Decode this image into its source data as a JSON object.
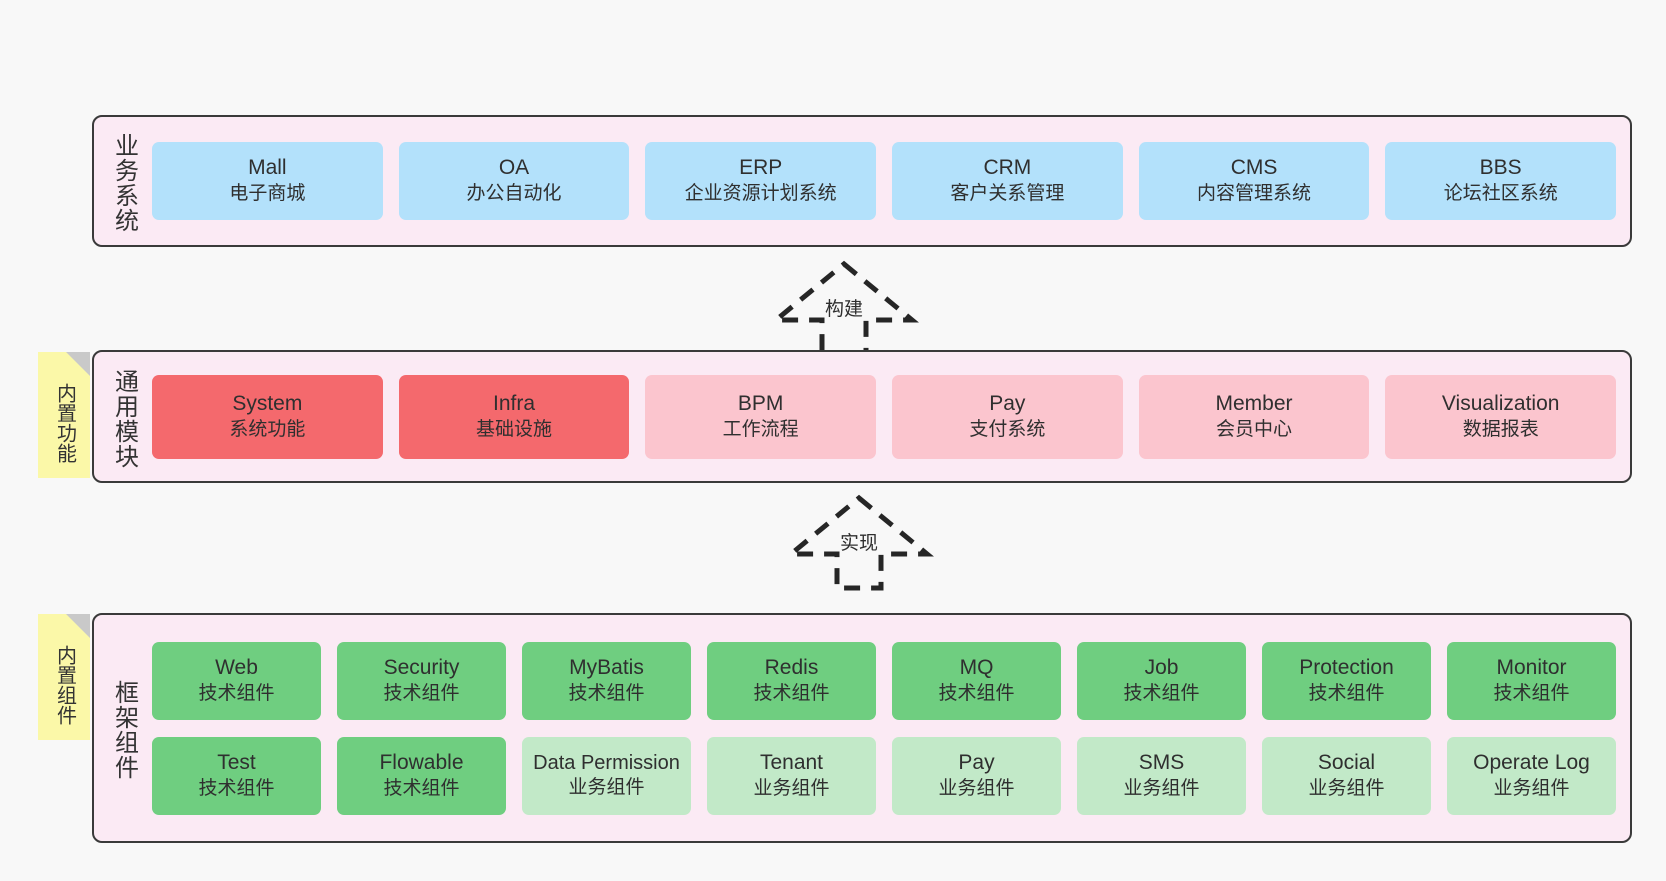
{
  "layers": [
    {
      "id": "business",
      "title": "业务系统",
      "note": null,
      "rows": [
        {
          "style": "c-blue",
          "height": "h-biz",
          "cards": [
            {
              "en": "Mall",
              "cn": "电子商城"
            },
            {
              "en": "OA",
              "cn": "办公自动化"
            },
            {
              "en": "ERP",
              "cn": "企业资源计划系统"
            },
            {
              "en": "CRM",
              "cn": "客户关系管理"
            },
            {
              "en": "CMS",
              "cn": "内容管理系统"
            },
            {
              "en": "BBS",
              "cn": "论坛社区系统"
            }
          ]
        }
      ]
    },
    {
      "id": "modules",
      "title": "通用模块",
      "note": "内置功能",
      "rows": [
        {
          "height": "h-mod",
          "cards": [
            {
              "en": "System",
              "cn": "系统功能",
              "style": "c-red"
            },
            {
              "en": "Infra",
              "cn": "基础设施",
              "style": "c-red"
            },
            {
              "en": "BPM",
              "cn": "工作流程",
              "style": "c-pink"
            },
            {
              "en": "Pay",
              "cn": "支付系统",
              "style": "c-pink"
            },
            {
              "en": "Member",
              "cn": "会员中心",
              "style": "c-pink"
            },
            {
              "en": "Visualization",
              "cn": "数据报表",
              "style": "c-pink"
            }
          ]
        }
      ]
    },
    {
      "id": "framework",
      "title": "框架组件",
      "note": "内置组件",
      "rows": [
        {
          "height": "h-frame",
          "cards": [
            {
              "en": "Web",
              "cn": "技术组件",
              "style": "c-green"
            },
            {
              "en": "Security",
              "cn": "技术组件",
              "style": "c-green"
            },
            {
              "en": "MyBatis",
              "cn": "技术组件",
              "style": "c-green"
            },
            {
              "en": "Redis",
              "cn": "技术组件",
              "style": "c-green"
            },
            {
              "en": "MQ",
              "cn": "技术组件",
              "style": "c-green"
            },
            {
              "en": "Job",
              "cn": "技术组件",
              "style": "c-green"
            },
            {
              "en": "Protection",
              "cn": "技术组件",
              "style": "c-green"
            },
            {
              "en": "Monitor",
              "cn": "技术组件",
              "style": "c-green"
            }
          ]
        },
        {
          "height": "h-frame",
          "cards": [
            {
              "en": "Test",
              "cn": "技术组件",
              "style": "c-green"
            },
            {
              "en": "Flowable",
              "cn": "技术组件",
              "style": "c-green"
            },
            {
              "en": "Data Permission",
              "cn": "业务组件",
              "style": "c-lightgreen"
            },
            {
              "en": "Tenant",
              "cn": "业务组件",
              "style": "c-lightgreen"
            },
            {
              "en": "Pay",
              "cn": "业务组件",
              "style": "c-lightgreen"
            },
            {
              "en": "SMS",
              "cn": "业务组件",
              "style": "c-lightgreen"
            },
            {
              "en": "Social",
              "cn": "业务组件",
              "style": "c-lightgreen"
            },
            {
              "en": "Operate Log",
              "cn": "业务组件",
              "style": "c-lightgreen"
            }
          ]
        }
      ]
    }
  ],
  "connectors": [
    {
      "id": "build",
      "label": "构建"
    },
    {
      "id": "implement",
      "label": "实现"
    }
  ],
  "colors": {
    "band_bg": "#fbeaf4",
    "band_border": "#3a3a3a",
    "blue": "#b3e1fb",
    "red": "#f4696d",
    "pink": "#fbc5ce",
    "green": "#6fce80",
    "light_green": "#c2e9c8",
    "sticky": "#fbf8a8",
    "sticky_fold": "#c9c9c9",
    "text": "#2f2f2f",
    "page_bg": "#f8f8f8"
  }
}
